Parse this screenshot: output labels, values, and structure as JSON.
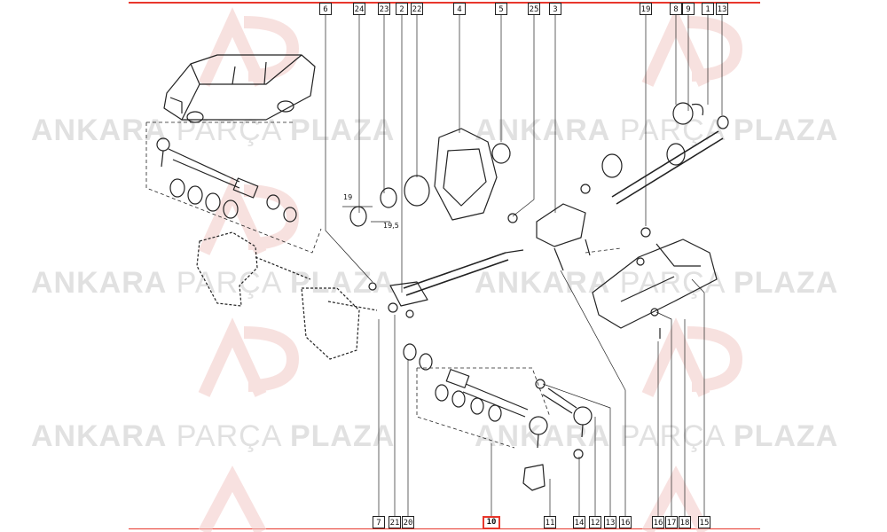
{
  "diagram": {
    "top_callouts": [
      "6",
      "24",
      "23",
      "2",
      "22",
      "4",
      "5",
      "25",
      "3",
      "19",
      "8",
      "9",
      "1",
      "13"
    ],
    "bottom_callouts": [
      "7",
      "21",
      "20",
      "10",
      "11",
      "14",
      "12",
      "13",
      "16",
      "16",
      "17",
      "18",
      "15"
    ],
    "highlighted_callout": "10",
    "dimensions": {
      "left": "19",
      "right": "19,5"
    }
  },
  "watermark": {
    "word1": "ANKARA",
    "word2": "PARÇA",
    "word3": "PLAZA",
    "logo_letters": "AP",
    "color": "#c9c9c9",
    "accent_color": "#e8372c"
  }
}
